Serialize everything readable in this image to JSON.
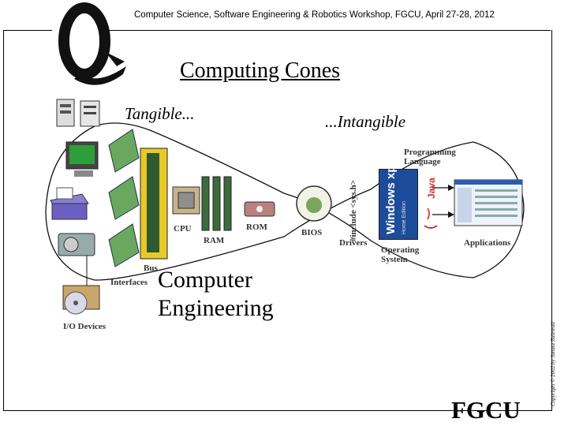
{
  "header": {
    "workshop": "Computer Science, Software Engineering & Robotics Workshop, FGCU, April 27-28, 2012"
  },
  "slide": {
    "title": "Computing Cones",
    "tangible": "Tangible...",
    "intangible": "...Intangible"
  },
  "labels": {
    "io_devices": "I/O Devices",
    "interfaces": "Interfaces",
    "bus": "Bus",
    "cpu": "CPU",
    "ram": "RAM",
    "rom": "ROM",
    "bios": "BIOS",
    "include": "#include <sys.h>",
    "drivers": "Drivers",
    "os_line1": "Operating",
    "os_line2": "System",
    "pl_line1": "Programming",
    "pl_line2": "Language",
    "applications": "Applications",
    "ce_line1": "Computer",
    "ce_line2": "Engineering",
    "java": "Java",
    "windows": "Windows xp",
    "windows_sub": "Home Edition"
  },
  "footer": {
    "fgcu": "FGCU",
    "copyright": "Copyright © 2002 by Janusz Zalewski"
  }
}
